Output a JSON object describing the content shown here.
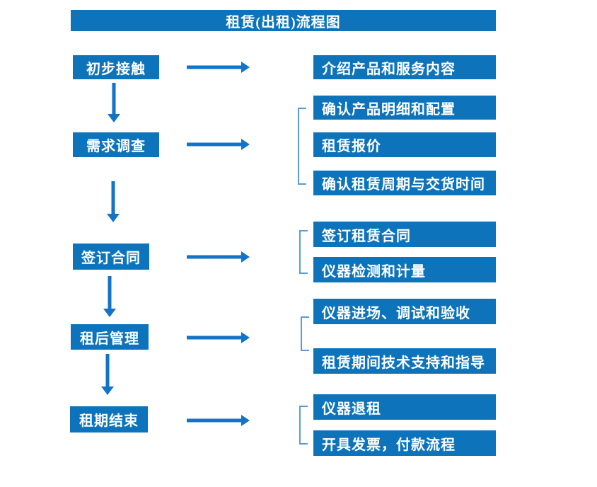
{
  "title": "租赁(出租)流程图",
  "colors": {
    "box_blue": "#0D74BC",
    "arrow_blue": "#1274C8",
    "bracket_blue": "#5B9BD5",
    "text_white": "#FFFFFF"
  },
  "flow": {
    "steps": [
      {
        "label": "初步接触",
        "details": [
          "介绍产品和服务内容"
        ]
      },
      {
        "label": "需求调查",
        "details": [
          "确认产品明细和配置",
          "租赁报价",
          "确认租赁周期与交货时间"
        ]
      },
      {
        "label": "签订合同",
        "details": [
          "签订租赁合同",
          "仪器检测和计量"
        ]
      },
      {
        "label": "租后管理",
        "details": [
          "仪器进场、调试和验收",
          "租赁期间技术支持和指导"
        ]
      },
      {
        "label": "租期结束",
        "details": [
          "仪器退租",
          "开具发票，付款流程"
        ]
      }
    ]
  }
}
